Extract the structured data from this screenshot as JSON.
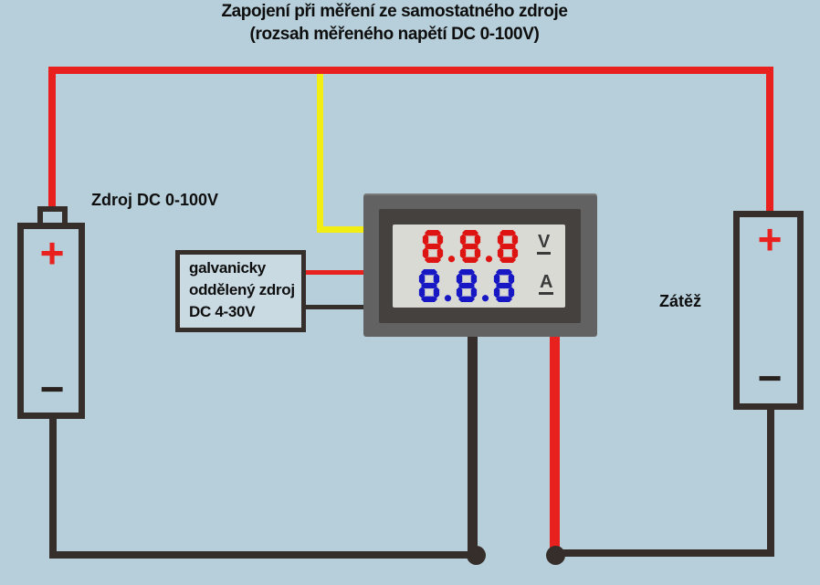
{
  "title": {
    "line1": "Zapojení při měření ze samostatného zdroje",
    "line2": "(rozsah měřeného napětí DC 0-100V)"
  },
  "source_battery": {
    "label": "Zdroj DC 0-100V",
    "plus_symbol": "+",
    "minus_symbol": "−"
  },
  "load_battery": {
    "label": "Zátěž",
    "plus_symbol": "+",
    "minus_symbol": "−"
  },
  "isolated_supply_box": {
    "line1": "galvanicky",
    "line2": "oddělený zdroj",
    "line3": "DC 4-30V"
  },
  "meter": {
    "voltmeter": {
      "value": "8.8.8",
      "unit": "V",
      "color": "#dd1412"
    },
    "ammeter": {
      "value": "8.8.8",
      "unit": "A",
      "color": "#1717c4"
    }
  },
  "colors": {
    "background": "#b7cfda",
    "wire_red": "#e8211f",
    "wire_yellow": "#f2ee14",
    "wire_black": "#352e2a",
    "meter_frame": "#626262",
    "meter_bezel": "#45413e",
    "meter_lcd": "#dadad5"
  }
}
